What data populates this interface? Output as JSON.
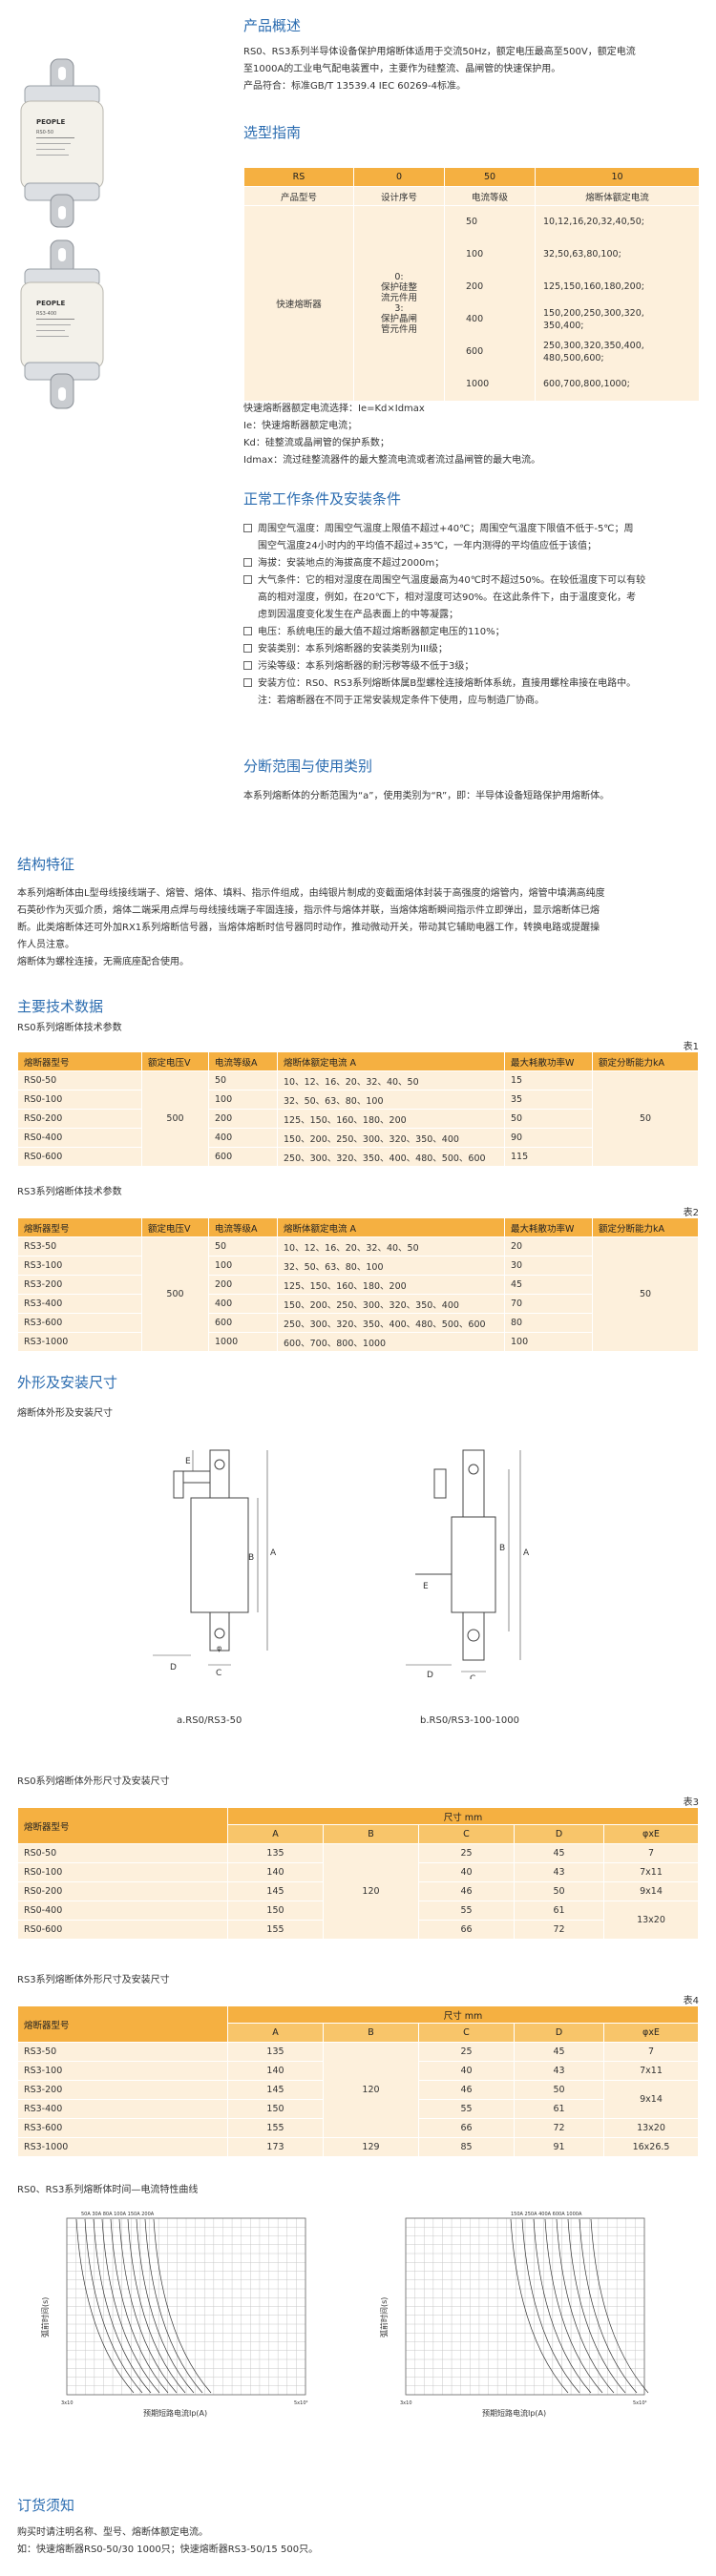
{
  "overview": {
    "title": "产品概述",
    "lines": [
      "RS0、RS3系列半导体设备保护用熔断体适用于交流50Hz，额定电压最高至500V，额定电流",
      "至1000A的工业电气配电装置中，主要作为硅整流、晶闸管的快速保护用。",
      "产品符合：标准GB/T 13539.4   IEC 60269-4标准。"
    ]
  },
  "product_labels": {
    "brand": "PEOPLE",
    "model1": "RS0-50",
    "model2": "RS3-400"
  },
  "selection": {
    "title": "选型指南",
    "head": [
      "RS",
      "0",
      "50",
      "10"
    ],
    "sub": [
      "产品型号",
      "设计序号",
      "电流等级",
      "熔断体额定电流"
    ],
    "type": "快速熔断器",
    "design": [
      "0:",
      "保护硅整",
      "流元件用",
      "3:",
      "保护晶闸",
      "管元件用"
    ],
    "grades": [
      "50",
      "100",
      "200",
      "400",
      "600",
      "1000"
    ],
    "ratings": [
      "10,12,16,20,32,40,50;",
      "32,50,63,80,100;",
      "125,150,160,180,200;",
      "150,200,250,300,320,",
      "350,400;",
      "250,300,320,350,400,",
      "480,500,600;",
      "600,700,800,1000;"
    ],
    "formula": [
      "快速熔断器额定电流选择：Ie=Kd×Idmax",
      "Ie：快速熔断器额定电流；",
      "Kd：硅整流或晶闸管的保护系数；",
      "Idmax：流过硅整流器件的最大整流电流或者流过晶闸管的最大电流。"
    ]
  },
  "conditions": {
    "title": "正常工作条件及安装条件",
    "items": [
      [
        "周围空气温度：周围空气温度上限值不超过+40℃；周围空气温度下限值不低于-5℃；周",
        "围空气温度24小时内的平均值不超过+35℃，一年内测得的平均值应低于该值；"
      ],
      [
        "海拔：安装地点的海拔高度不超过2000m；"
      ],
      [
        "大气条件：它的相对湿度在周围空气温度最高为40℃时不超过50%。在较低温度下可以有较",
        "高的相对湿度，例如，在20℃下，相对湿度可达90%。在这此条件下，由于温度变化，考",
        "虑到因温度变化发生在产品表面上的中等凝露；"
      ],
      [
        "电压：系统电压的最大值不超过熔断器额定电压的110%；"
      ],
      [
        "安装类别：本系列熔断器的安装类别为III级；"
      ],
      [
        "污染等级：本系列熔断器的耐污秽等级不低于3级；"
      ],
      [
        "安装方位：RS0、RS3系列熔断体属B型螺栓连接熔断体系统，直接用螺栓串接在电路中。",
        "注：若熔断器在不同于正常安装规定条件下使用，应与制造厂协商。"
      ]
    ]
  },
  "scope": {
    "title": "分断范围与使用类别",
    "line": "本系列熔断体的分断范围为“a”，使用类别为“R”，即：半导体设备短路保护用熔断体。"
  },
  "structure": {
    "title": "结构特征",
    "lines": [
      "本系列熔断体由L型母线接线端子、熔管、熔体、填料、指示件组成，由纯银片制成的变截面熔体封装于高强度的熔管内，熔管中填满高纯度",
      "石英砂作为灭弧介质，熔体二端采用点焊与母线接线端子牢固连接，指示件与熔体并联，当熔体熔断瞬间指示件立即弹出，显示熔断体已熔",
      "断。此类熔断体还可外加RX1系列熔断信号器，当熔体熔断时信号器同时动作，推动微动开关，带动其它辅助电器工作，转换电路或提醒操",
      "作人员注意。",
      "熔断体为螺栓连接，无需底座配合使用。"
    ]
  },
  "tech": {
    "title": "主要技术数据",
    "rs0_name": "RS0系列熔断体技术参数",
    "rs0_no": "表1",
    "rs0_head": [
      "熔断器型号",
      "额定电压V",
      "电流等级A",
      "熔断体额定电流 A",
      "最大耗散功率W",
      "额定分断能力kA"
    ],
    "rs0_volt": "500",
    "rs0_break": "50",
    "rs0_rows": [
      [
        "RS0-50",
        "50",
        "10、12、16、20、32、40、50",
        "15"
      ],
      [
        "RS0-100",
        "100",
        "32、50、63、80、100",
        "35"
      ],
      [
        "RS0-200",
        "200",
        "125、150、160、180、200",
        "50"
      ],
      [
        "RS0-400",
        "400",
        "150、200、250、300、320、350、400",
        "90"
      ],
      [
        "RS0-600",
        "600",
        "250、300、320、350、400、480、500、600",
        "115"
      ]
    ],
    "rs3_name": "RS3系列熔断体技术参数",
    "rs3_no": "表2",
    "rs3_head": [
      "熔断器型号",
      "额定电压V",
      "电流等级A",
      "熔断体额定电流 A",
      "最大耗散功率W",
      "额定分断能力kA"
    ],
    "rs3_volt": "500",
    "rs3_break": "50",
    "rs3_rows": [
      [
        "RS3-50",
        "50",
        "10、12、16、20、32、40、50",
        "20"
      ],
      [
        "RS3-100",
        "100",
        "32、50、63、80、100",
        "30"
      ],
      [
        "RS3-200",
        "200",
        "125、150、160、180、200",
        "45"
      ],
      [
        "RS3-400",
        "400",
        "150、200、250、300、320、350、400",
        "70"
      ],
      [
        "RS3-600",
        "600",
        "250、300、320、350、400、480、500、600",
        "80"
      ],
      [
        "RS3-1000",
        "1000",
        "600、700、800、1000",
        "100"
      ]
    ]
  },
  "dims": {
    "title": "外形及安装尺寸",
    "sub": "熔断体外形及安装尺寸",
    "cap_a": "a.RS0/RS3-50",
    "cap_b": "b.RS0/RS3-100-1000",
    "letters": {
      "A": "A",
      "B": "B",
      "C": "C",
      "D": "D",
      "E": "E",
      "phi": "φ"
    },
    "rs0_name": "RS0系列熔断体外形尺寸及安装尺寸",
    "rs0_no": "表3",
    "rs0_h1": "熔断器型号",
    "rs0_h2": "尺寸 mm",
    "rs0_cols": [
      "A",
      "B",
      "C",
      "D",
      "φxE"
    ],
    "rs0_b": "120",
    "rs0_rows": [
      [
        "RS0-50",
        "135",
        "25",
        "45",
        "7"
      ],
      [
        "RS0-100",
        "140",
        "40",
        "43",
        "7x11"
      ],
      [
        "RS0-200",
        "145",
        "46",
        "50",
        "9x14"
      ],
      [
        "RS0-400",
        "150",
        "55",
        "61",
        ""
      ],
      [
        "RS0-600",
        "155",
        "66",
        "72",
        "13x20"
      ]
    ],
    "rs3_name": "RS3系列熔断体外形尺寸及安装尺寸",
    "rs3_no": "表4",
    "rs3_h1": "熔断器型号",
    "rs3_h2": "尺寸 mm",
    "rs3_cols": [
      "A",
      "B",
      "C",
      "D",
      "φxE"
    ],
    "rs3_b1": "120",
    "rs3_b2": "129",
    "rs3_rows": [
      [
        "RS3-50",
        "135",
        "25",
        "45",
        "7"
      ],
      [
        "RS3-100",
        "140",
        "40",
        "43",
        "7x11"
      ],
      [
        "RS3-200",
        "145",
        "46",
        "50",
        "9x14"
      ],
      [
        "RS3-400",
        "150",
        "55",
        "61",
        ""
      ],
      [
        "RS3-600",
        "155",
        "66",
        "72",
        "13x20"
      ],
      [
        "RS3-1000",
        "173",
        "85",
        "91",
        "16x26.5"
      ]
    ]
  },
  "curves": {
    "title": "RS0、RS3系列熔断体时间—电流特性曲线",
    "ylabel": "弧前时间(s)",
    "xlabel": "预期短路电流Ip(A)",
    "xstart": "3x10",
    "xend": "5x10⁴",
    "top_labels_left": "50A 30A  80A 100A 150A 200A",
    "top_labels_right": "150A  250A 400A 600A 1000A"
  },
  "order": {
    "title": "订货须知",
    "lines": [
      "购买时请注明名称、型号、熔断体额定电流。",
      "如：快速熔断器RS0-50/30   1000只；快速熔断器RS3-50/15   500只。"
    ]
  }
}
